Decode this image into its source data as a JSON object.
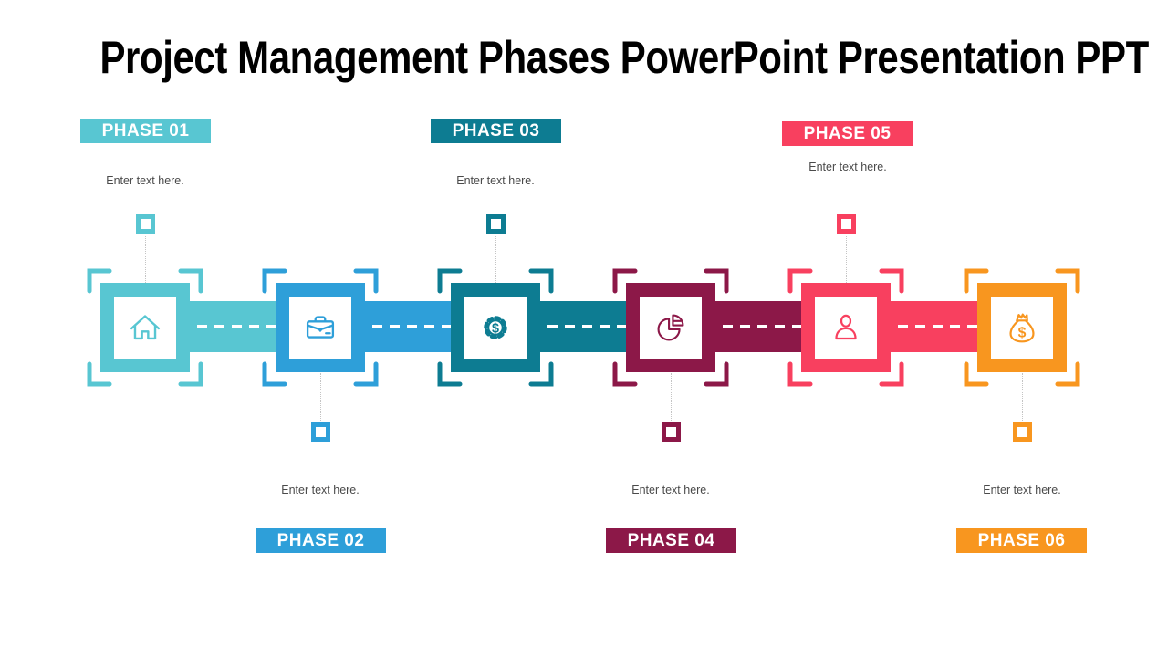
{
  "title": "Project Management Phases PowerPoint Presentation PPT",
  "phases": [
    {
      "label": "PHASE 01",
      "note": "Enter text here.",
      "color": "#58C6D2",
      "icon": "home-icon",
      "position": "top"
    },
    {
      "label": "PHASE 02",
      "note": "Enter text here.",
      "color": "#2E9FD9",
      "icon": "briefcase-icon",
      "position": "bottom"
    },
    {
      "label": "PHASE 03",
      "note": "Enter text here.",
      "color": "#0D7C92",
      "icon": "gear-dollar-icon",
      "position": "top"
    },
    {
      "label": "PHASE 04",
      "note": "Enter text here.",
      "color": "#8C1848",
      "icon": "pie-chart-icon",
      "position": "bottom"
    },
    {
      "label": "PHASE 05",
      "note": "Enter text here.",
      "color": "#F8405F",
      "icon": "user-icon",
      "position": "top"
    },
    {
      "label": "PHASE 06",
      "note": "Enter text here.",
      "color": "#F8961F",
      "icon": "money-bag-icon",
      "position": "bottom"
    }
  ],
  "colors": {
    "note_text": "#4a4a4a",
    "title_text": "#000000",
    "background": "#ffffff"
  }
}
